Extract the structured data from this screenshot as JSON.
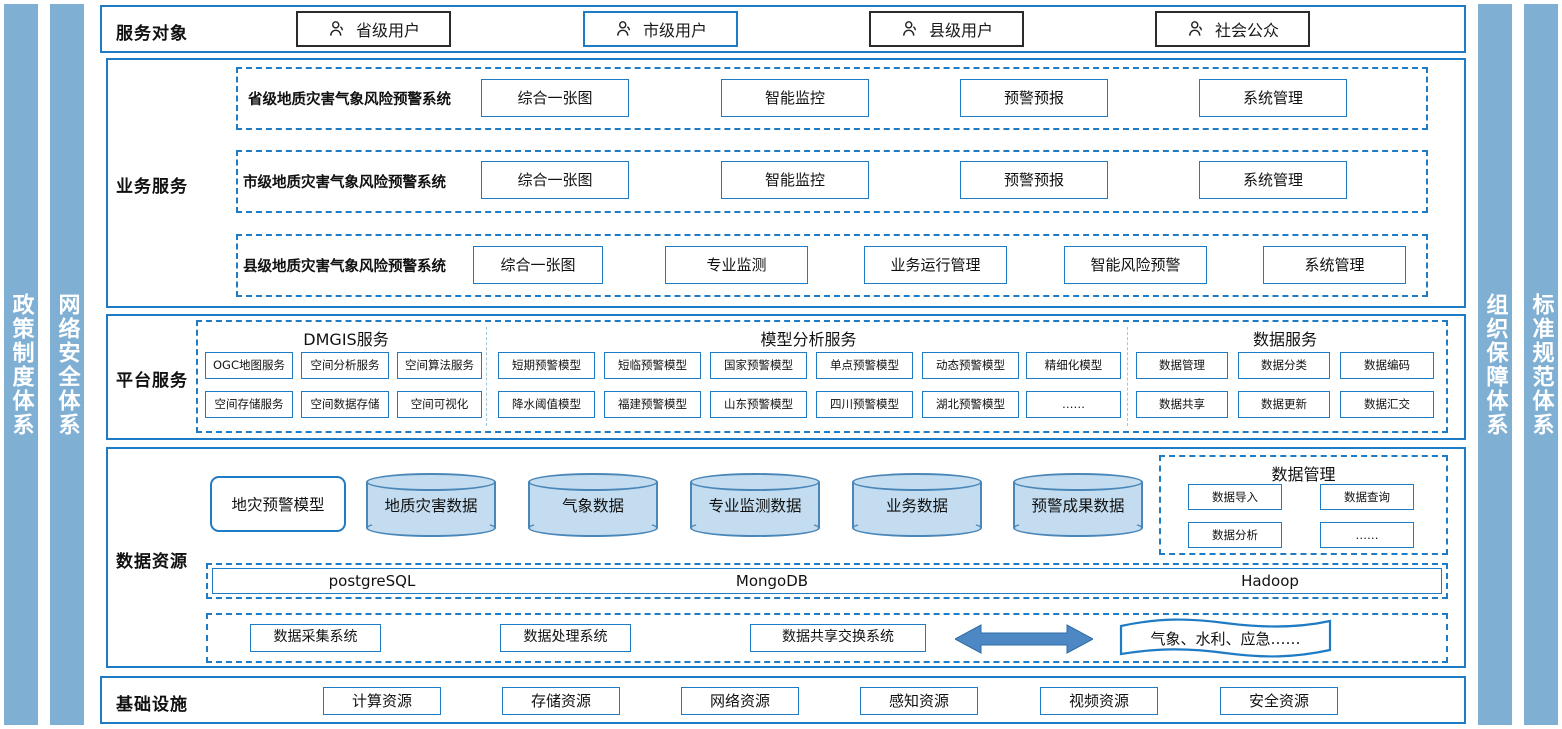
{
  "sidebars": {
    "left": [
      {
        "name": "policy-system",
        "label": "政策制度体系"
      },
      {
        "name": "network-security-system",
        "label": "网络安全体系"
      }
    ],
    "right": [
      {
        "name": "organization-guarantee-system",
        "label": "组织保障体系"
      },
      {
        "name": "standard-specification-system",
        "label": "标准规范体系"
      }
    ],
    "color": "#7fb0d4"
  },
  "service_objects": {
    "label": "服务对象",
    "users": [
      {
        "icon": "user-icon",
        "label": "省级用户"
      },
      {
        "icon": "user-icon",
        "label": "市级用户"
      },
      {
        "icon": "user-icon",
        "label": "县级用户"
      },
      {
        "icon": "user-icon",
        "label": "社会公众"
      }
    ]
  },
  "business_services": {
    "label": "业务服务",
    "rows": [
      {
        "system": "省级地质灾害气象风险预警系统",
        "modules": [
          "综合一张图",
          "智能监控",
          "预警预报",
          "系统管理"
        ]
      },
      {
        "system": "市级地质灾害气象风险预警系统",
        "modules": [
          "综合一张图",
          "智能监控",
          "预警预报",
          "系统管理"
        ]
      },
      {
        "system": "县级地质灾害气象风险预警系统",
        "modules": [
          "综合一张图",
          "专业监测",
          "业务运行管理",
          "智能风险预警",
          "系统管理"
        ]
      }
    ]
  },
  "platform_services": {
    "label": "平台服务",
    "groups": [
      {
        "title": "DMGIS服务",
        "row1": [
          "OGC地图服务",
          "空间分析服务",
          "空间算法服务"
        ],
        "row2": [
          "空间存储服务",
          "空间数据存储",
          "空间可视化"
        ]
      },
      {
        "title": "模型分析服务",
        "row1": [
          "短期预警模型",
          "短临预警模型",
          "国家预警模型",
          "单点预警模型",
          "动态预警模型",
          "精细化模型"
        ],
        "row2": [
          "降水阈值模型",
          "福建预警模型",
          "山东预警模型",
          "四川预警模型",
          "湖北预警模型",
          "……"
        ]
      },
      {
        "title": "数据服务",
        "row1": [
          "数据管理",
          "数据分类",
          "数据编码"
        ],
        "row2": [
          "数据共享",
          "数据更新",
          "数据汇交"
        ]
      }
    ]
  },
  "data_resources": {
    "label": "数据资源",
    "model_box": "地灾预警模型",
    "cylinders": [
      "地质灾害数据",
      "气象数据",
      "专业监测数据",
      "业务数据",
      "预警成果数据"
    ],
    "data_management": {
      "title": "数据管理",
      "items": [
        "数据导入",
        "数据查询",
        "数据分析",
        "……"
      ]
    },
    "databases": [
      "postgreSQL",
      "MongoDB",
      "Hadoop"
    ],
    "pipeline": {
      "systems": [
        "数据采集系统",
        "数据处理系统",
        "数据共享交换系统"
      ],
      "arrow": "double-arrow-icon",
      "external": "气象、水利、应急……"
    }
  },
  "infrastructure": {
    "label": "基础设施",
    "items": [
      "计算资源",
      "存储资源",
      "网络资源",
      "感知资源",
      "视频资源",
      "安全资源"
    ]
  },
  "colors": {
    "accent": "#1f7bc4",
    "sidebar": "#7fb0d4",
    "cylinder_fill": "#c3dcef",
    "cylinder_border": "#4a87b8",
    "arrow": "#4d88c4"
  }
}
